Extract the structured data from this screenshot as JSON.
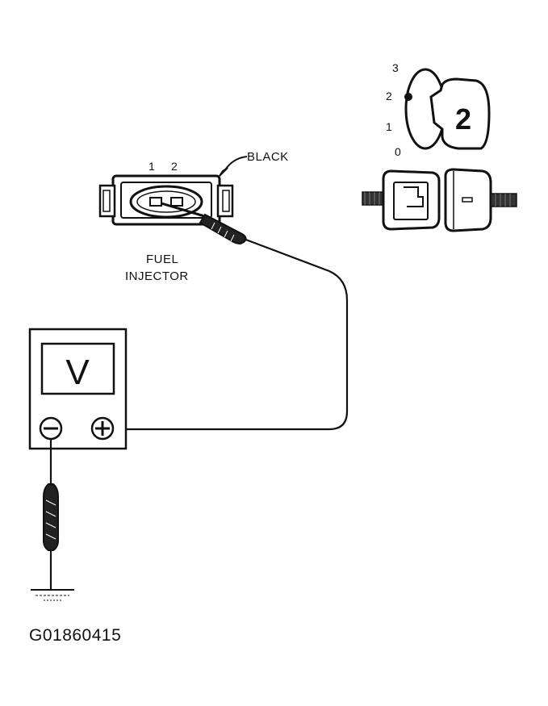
{
  "injector": {
    "label_line1": "FUEL",
    "label_line2": "INJECTOR",
    "pin1": "1",
    "pin2": "2",
    "wire_color": "BLACK"
  },
  "meter": {
    "display": "V",
    "neg_terminal": "−",
    "pos_terminal": "+"
  },
  "ignition": {
    "positions": [
      "3",
      "2",
      "1",
      "0"
    ],
    "key_number": "2"
  },
  "figure_code": "G01860415"
}
